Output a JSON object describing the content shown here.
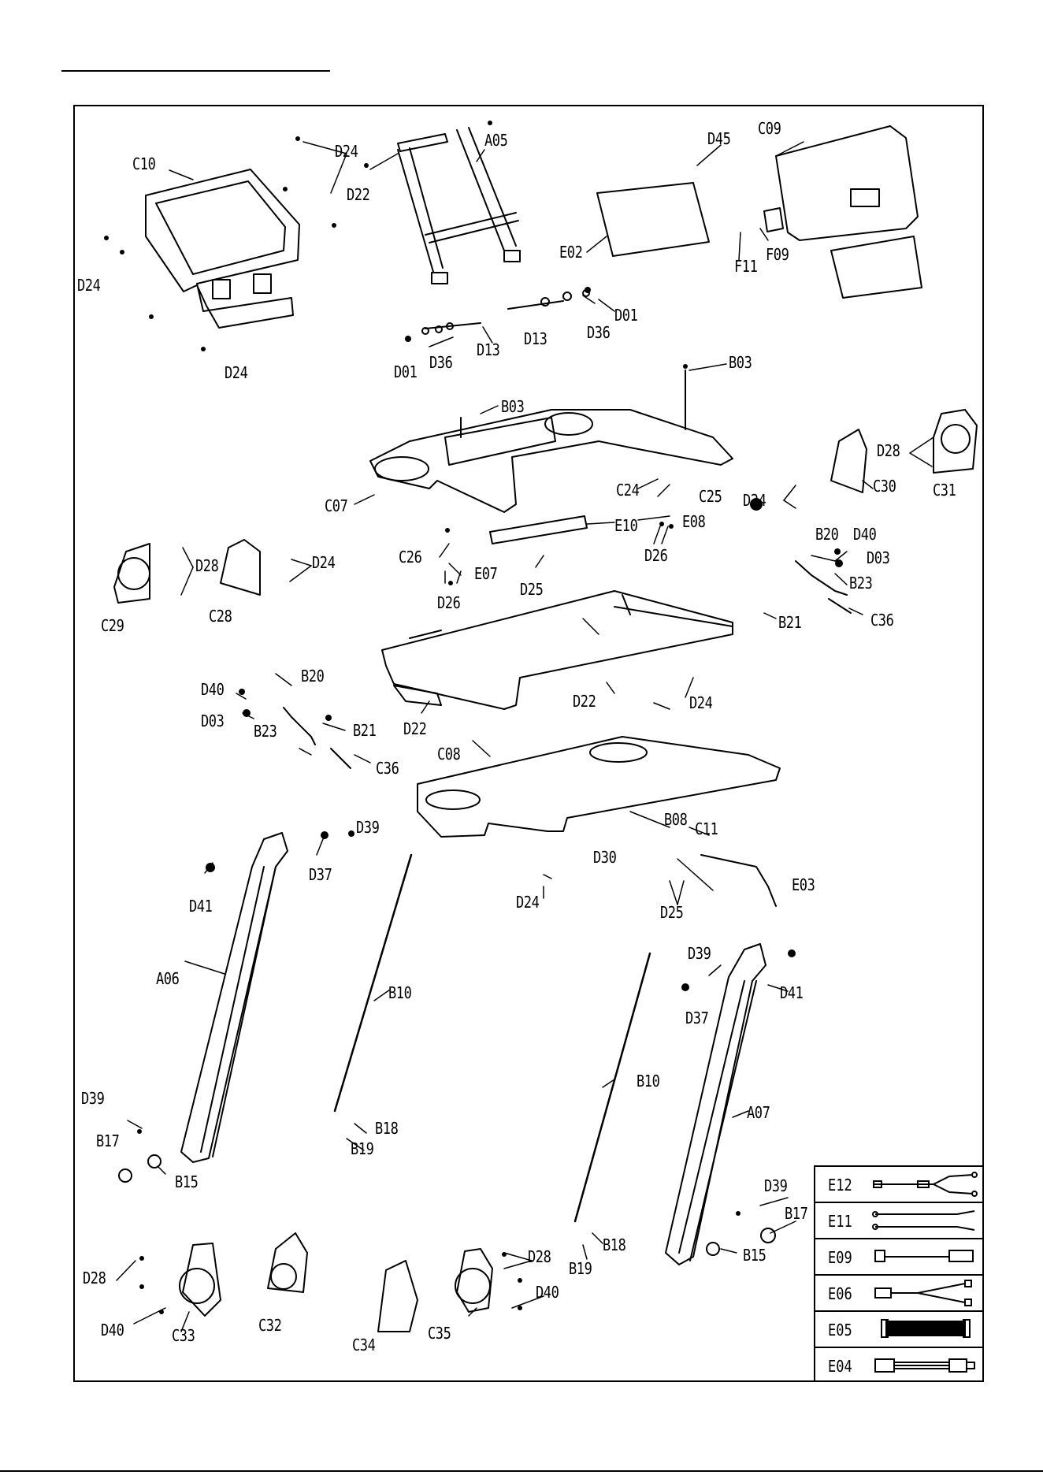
{
  "labels": [
    {
      "id": "C10a",
      "text": "C10"
    },
    {
      "id": "D24a",
      "text": "D24"
    },
    {
      "id": "D22a",
      "text": "D22"
    },
    {
      "id": "A05a",
      "text": "A05"
    },
    {
      "id": "D45a",
      "text": "D45"
    },
    {
      "id": "C09a",
      "text": "C09"
    },
    {
      "id": "D24b",
      "text": "D24"
    },
    {
      "id": "E02a",
      "text": "E02"
    },
    {
      "id": "F11a",
      "text": "F11"
    },
    {
      "id": "F09a",
      "text": "F09"
    },
    {
      "id": "D01a",
      "text": "D01"
    },
    {
      "id": "D36a",
      "text": "D36"
    },
    {
      "id": "D13a",
      "text": "D13"
    },
    {
      "id": "D13b",
      "text": "D13"
    },
    {
      "id": "D36b",
      "text": "D36"
    },
    {
      "id": "D01b",
      "text": "D01"
    },
    {
      "id": "D24c",
      "text": "D24"
    },
    {
      "id": "B03a",
      "text": "B03"
    },
    {
      "id": "B03b",
      "text": "B03"
    },
    {
      "id": "C07a",
      "text": "C07"
    },
    {
      "id": "C24a",
      "text": "C24"
    },
    {
      "id": "C25a",
      "text": "C25"
    },
    {
      "id": "E10a",
      "text": "E10"
    },
    {
      "id": "E08a",
      "text": "E08"
    },
    {
      "id": "D26a",
      "text": "D26"
    },
    {
      "id": "D28a",
      "text": "D28"
    },
    {
      "id": "C31a",
      "text": "C31"
    },
    {
      "id": "C30a",
      "text": "C30"
    },
    {
      "id": "D24d",
      "text": "D24"
    },
    {
      "id": "C26a",
      "text": "C26"
    },
    {
      "id": "E07a",
      "text": "E07"
    },
    {
      "id": "D25a",
      "text": "D25"
    },
    {
      "id": "D26b",
      "text": "D26"
    },
    {
      "id": "D28b",
      "text": "D28"
    },
    {
      "id": "D24e",
      "text": "D24"
    },
    {
      "id": "C29a",
      "text": "C29"
    },
    {
      "id": "C28a",
      "text": "C28"
    },
    {
      "id": "B20a",
      "text": "B20"
    },
    {
      "id": "D40a",
      "text": "D40"
    },
    {
      "id": "D03a",
      "text": "D03"
    },
    {
      "id": "B23a",
      "text": "B23"
    },
    {
      "id": "B21a",
      "text": "B21"
    },
    {
      "id": "C36a",
      "text": "C36"
    },
    {
      "id": "D22b",
      "text": "D22"
    },
    {
      "id": "D24f",
      "text": "D24"
    },
    {
      "id": "D40b",
      "text": "D40"
    },
    {
      "id": "B20b",
      "text": "B20"
    },
    {
      "id": "D03b",
      "text": "D03"
    },
    {
      "id": "B23b",
      "text": "B23"
    },
    {
      "id": "B21b",
      "text": "B21"
    },
    {
      "id": "D22c",
      "text": "D22"
    },
    {
      "id": "C36b",
      "text": "C36"
    },
    {
      "id": "C08a",
      "text": "C08"
    },
    {
      "id": "D39a",
      "text": "D39"
    },
    {
      "id": "D37a",
      "text": "D37"
    },
    {
      "id": "D41a",
      "text": "D41"
    },
    {
      "id": "B08a",
      "text": "B08"
    },
    {
      "id": "C11a",
      "text": "C11"
    },
    {
      "id": "D30a",
      "text": "D30"
    },
    {
      "id": "E03a",
      "text": "E03"
    },
    {
      "id": "D25b",
      "text": "D25"
    },
    {
      "id": "D24g",
      "text": "D24"
    },
    {
      "id": "A06a",
      "text": "A06"
    },
    {
      "id": "B10a",
      "text": "B10"
    },
    {
      "id": "D39b",
      "text": "D39"
    },
    {
      "id": "D37b",
      "text": "D37"
    },
    {
      "id": "D41b",
      "text": "D41"
    },
    {
      "id": "B10b",
      "text": "B10"
    },
    {
      "id": "A07a",
      "text": "A07"
    },
    {
      "id": "D39c",
      "text": "D39"
    },
    {
      "id": "B17a",
      "text": "B17"
    },
    {
      "id": "B15a",
      "text": "B15"
    },
    {
      "id": "B18a",
      "text": "B18"
    },
    {
      "id": "B19a",
      "text": "B19"
    },
    {
      "id": "D39d",
      "text": "D39"
    },
    {
      "id": "B17b",
      "text": "B17"
    },
    {
      "id": "B15b",
      "text": "B15"
    },
    {
      "id": "D28c",
      "text": "D28"
    },
    {
      "id": "D40c",
      "text": "D40"
    },
    {
      "id": "C33a",
      "text": "C33"
    },
    {
      "id": "C32a",
      "text": "C32"
    },
    {
      "id": "C34a",
      "text": "C34"
    },
    {
      "id": "C35a",
      "text": "C35"
    },
    {
      "id": "D28d",
      "text": "D28"
    },
    {
      "id": "D40d",
      "text": "D40"
    },
    {
      "id": "B18b",
      "text": "B18"
    },
    {
      "id": "B19b",
      "text": "B19"
    }
  ],
  "legend": [
    {
      "code": "E12",
      "icon": "y-split-cable-icon"
    },
    {
      "code": "E11",
      "icon": "double-wire-cable-icon"
    },
    {
      "code": "E09",
      "icon": "connector-cable-icon"
    },
    {
      "code": "E06",
      "icon": "split-wire-harness-icon"
    },
    {
      "code": "E05",
      "icon": "ribbon-cable-icon"
    },
    {
      "code": "E04",
      "icon": "plug-wire-icon"
    }
  ]
}
